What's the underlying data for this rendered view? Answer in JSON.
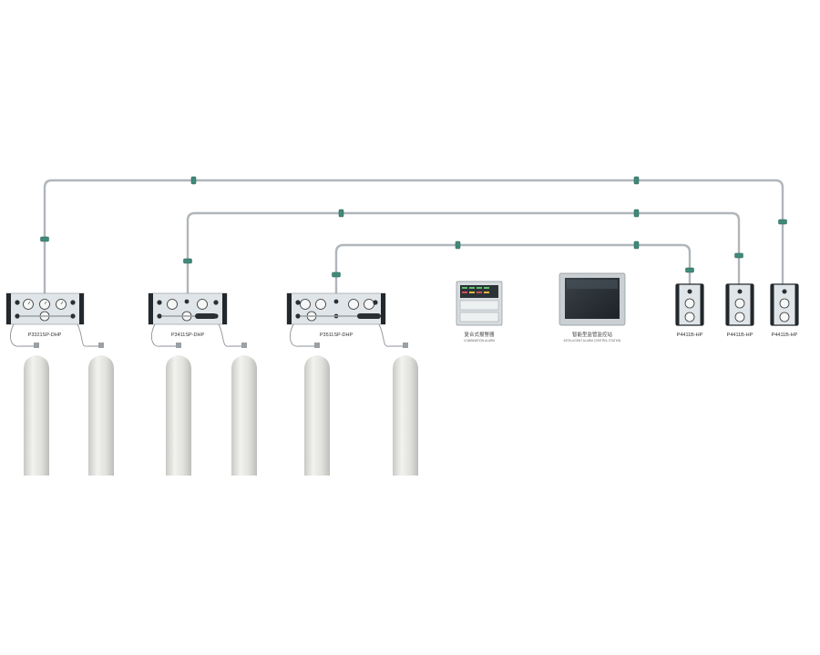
{
  "diagram": {
    "panels": [
      {
        "model": "P3321SP-DHP"
      },
      {
        "model": "P3411SP-DHP"
      },
      {
        "model": "P3511SP-DHP"
      }
    ],
    "alarm": {
      "name_cn": "复合式报警器",
      "name_en": "COMBINATION ALARM"
    },
    "station": {
      "name_cn": "智能型监管监控站",
      "name_en": "INTELLIGENT ALARM CONTROL STATION"
    },
    "point_of_use": [
      {
        "model": "P4411B-HP"
      },
      {
        "model": "P4411B-HP"
      },
      {
        "model": "P4411B-HP"
      }
    ],
    "colors": {
      "pipe": "#b3b9bd",
      "fitting": "#3f8a7a",
      "cylinder": "#dededa",
      "panel_frame": "#23282c",
      "panel_face": "#dfe5e8"
    }
  }
}
